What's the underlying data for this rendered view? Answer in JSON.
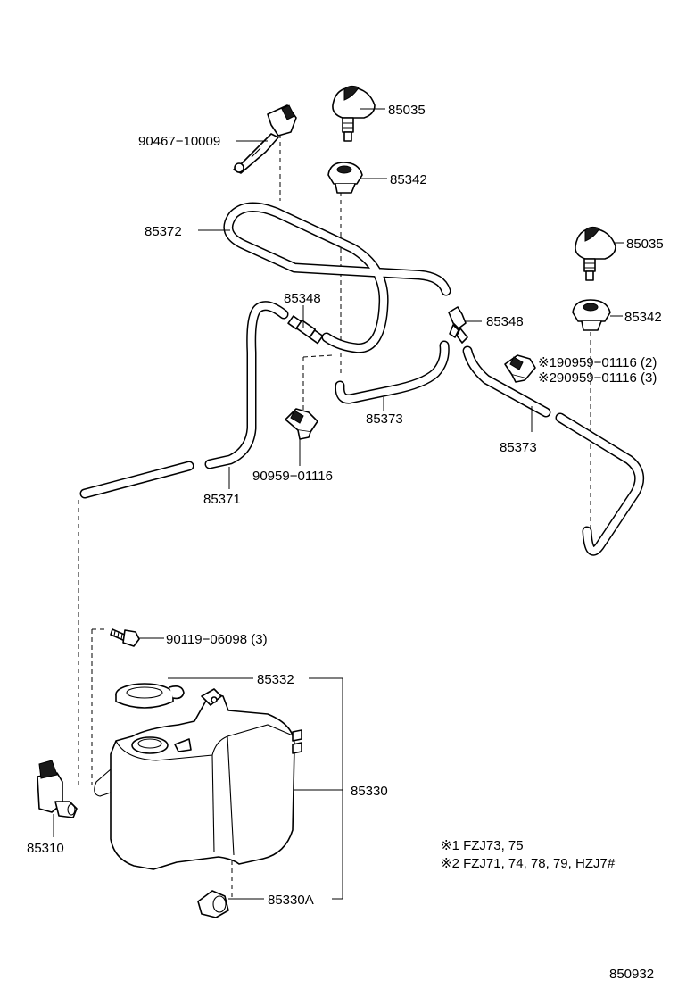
{
  "labels": {
    "p_90467_10009": "90467−10009",
    "p_85035_a": "85035",
    "p_85342_a": "85342",
    "p_85372": "85372",
    "p_85035_b": "85035",
    "p_85342_b": "85342",
    "p_85348_a": "85348",
    "p_85348_b": "85348",
    "p_190959": "※190959−01116 (2)",
    "p_290959": "※290959−01116 (3)",
    "p_85373_a": "85373",
    "p_85373_b": "85373",
    "p_90959": "90959−01116",
    "p_85371": "85371",
    "p_90119": "90119−06098 (3)",
    "p_85332": "85332",
    "p_85330": "85330",
    "p_85310": "85310",
    "p_85330A": "85330A"
  },
  "notes": {
    "note1": "※1 FZJ73, 75",
    "note2": "※2 FZJ71, 74, 78, 79, HZJ7#"
  },
  "figure_id": "850932"
}
